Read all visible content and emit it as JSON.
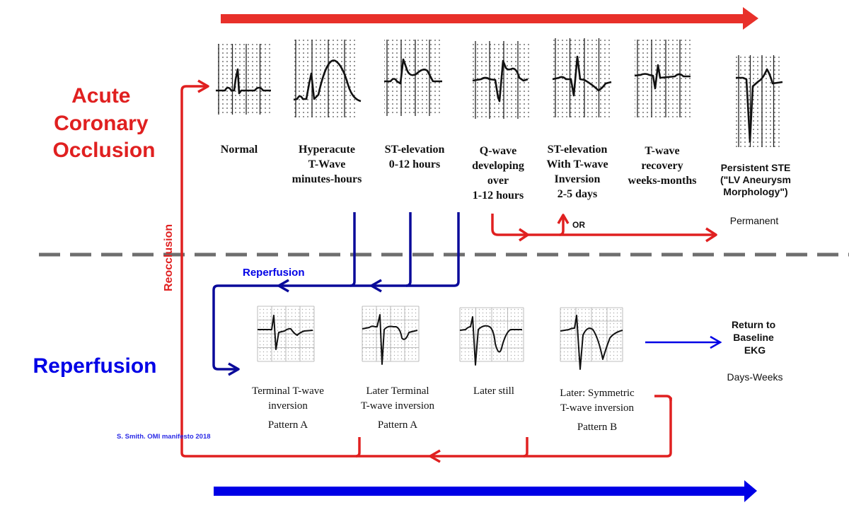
{
  "colors": {
    "occlusion_red": "#e02020",
    "reperfusion_blue": "#0000e6",
    "dark_blue": "#0a0a9a",
    "divider_gray": "#6e6e6e",
    "ecg_line": "#111111",
    "grid_dot": "#555555"
  },
  "sections": {
    "occlusion_title": [
      "Acute",
      "Coronary",
      "Occlusion"
    ],
    "reperfusion_title": "Reperfusion"
  },
  "occlusion_stages": [
    {
      "id": "normal",
      "lines": [
        "Normal"
      ],
      "font": "serif"
    },
    {
      "id": "hyperacute",
      "lines": [
        "Hyperacute",
        "T-Wave",
        "minutes-hours"
      ],
      "font": "serif"
    },
    {
      "id": "st-elevation",
      "lines": [
        "ST-elevation",
        "0-12 hours"
      ],
      "font": "serif"
    },
    {
      "id": "q-wave",
      "lines": [
        "Q-wave",
        "developing",
        "over",
        "1-12 hours"
      ],
      "font": "serif"
    },
    {
      "id": "ste-twi",
      "lines": [
        "ST-elevation",
        "With T-wave",
        "Inversion",
        "2-5 days"
      ],
      "font": "serif"
    },
    {
      "id": "t-wave-recovery",
      "lines": [
        "T-wave",
        "recovery",
        "weeks-months"
      ],
      "font": "serif"
    },
    {
      "id": "persistent-ste",
      "lines": [
        "Persistent STE",
        "(\"LV Aneurysm",
        "Morphology\")"
      ],
      "font": "sans",
      "sublabel": "Permanent"
    }
  ],
  "reperfusion_stages": [
    {
      "id": "terminal-twi",
      "lines": [
        "Terminal T-wave",
        "inversion"
      ],
      "pattern": "Pattern A"
    },
    {
      "id": "later-terminal-twi",
      "lines": [
        "Later Terminal",
        "T-wave inversion"
      ],
      "pattern": "Pattern A"
    },
    {
      "id": "later-still",
      "lines": [
        "Later still"
      ],
      "pattern": ""
    },
    {
      "id": "symmetric-twi",
      "lines": [
        "Later: Symmetric",
        "T-wave inversion"
      ],
      "pattern": "Pattern B"
    }
  ],
  "labels": {
    "reperfusion_arrow": "Reperfusion",
    "reocclusion": "Reocclusion",
    "or": "OR",
    "return_to_baseline": [
      "Return to",
      "Baseline",
      "EKG"
    ],
    "days_weeks": "Days-Weeks",
    "citation": "S. Smith. OMI manifesto 2018"
  }
}
